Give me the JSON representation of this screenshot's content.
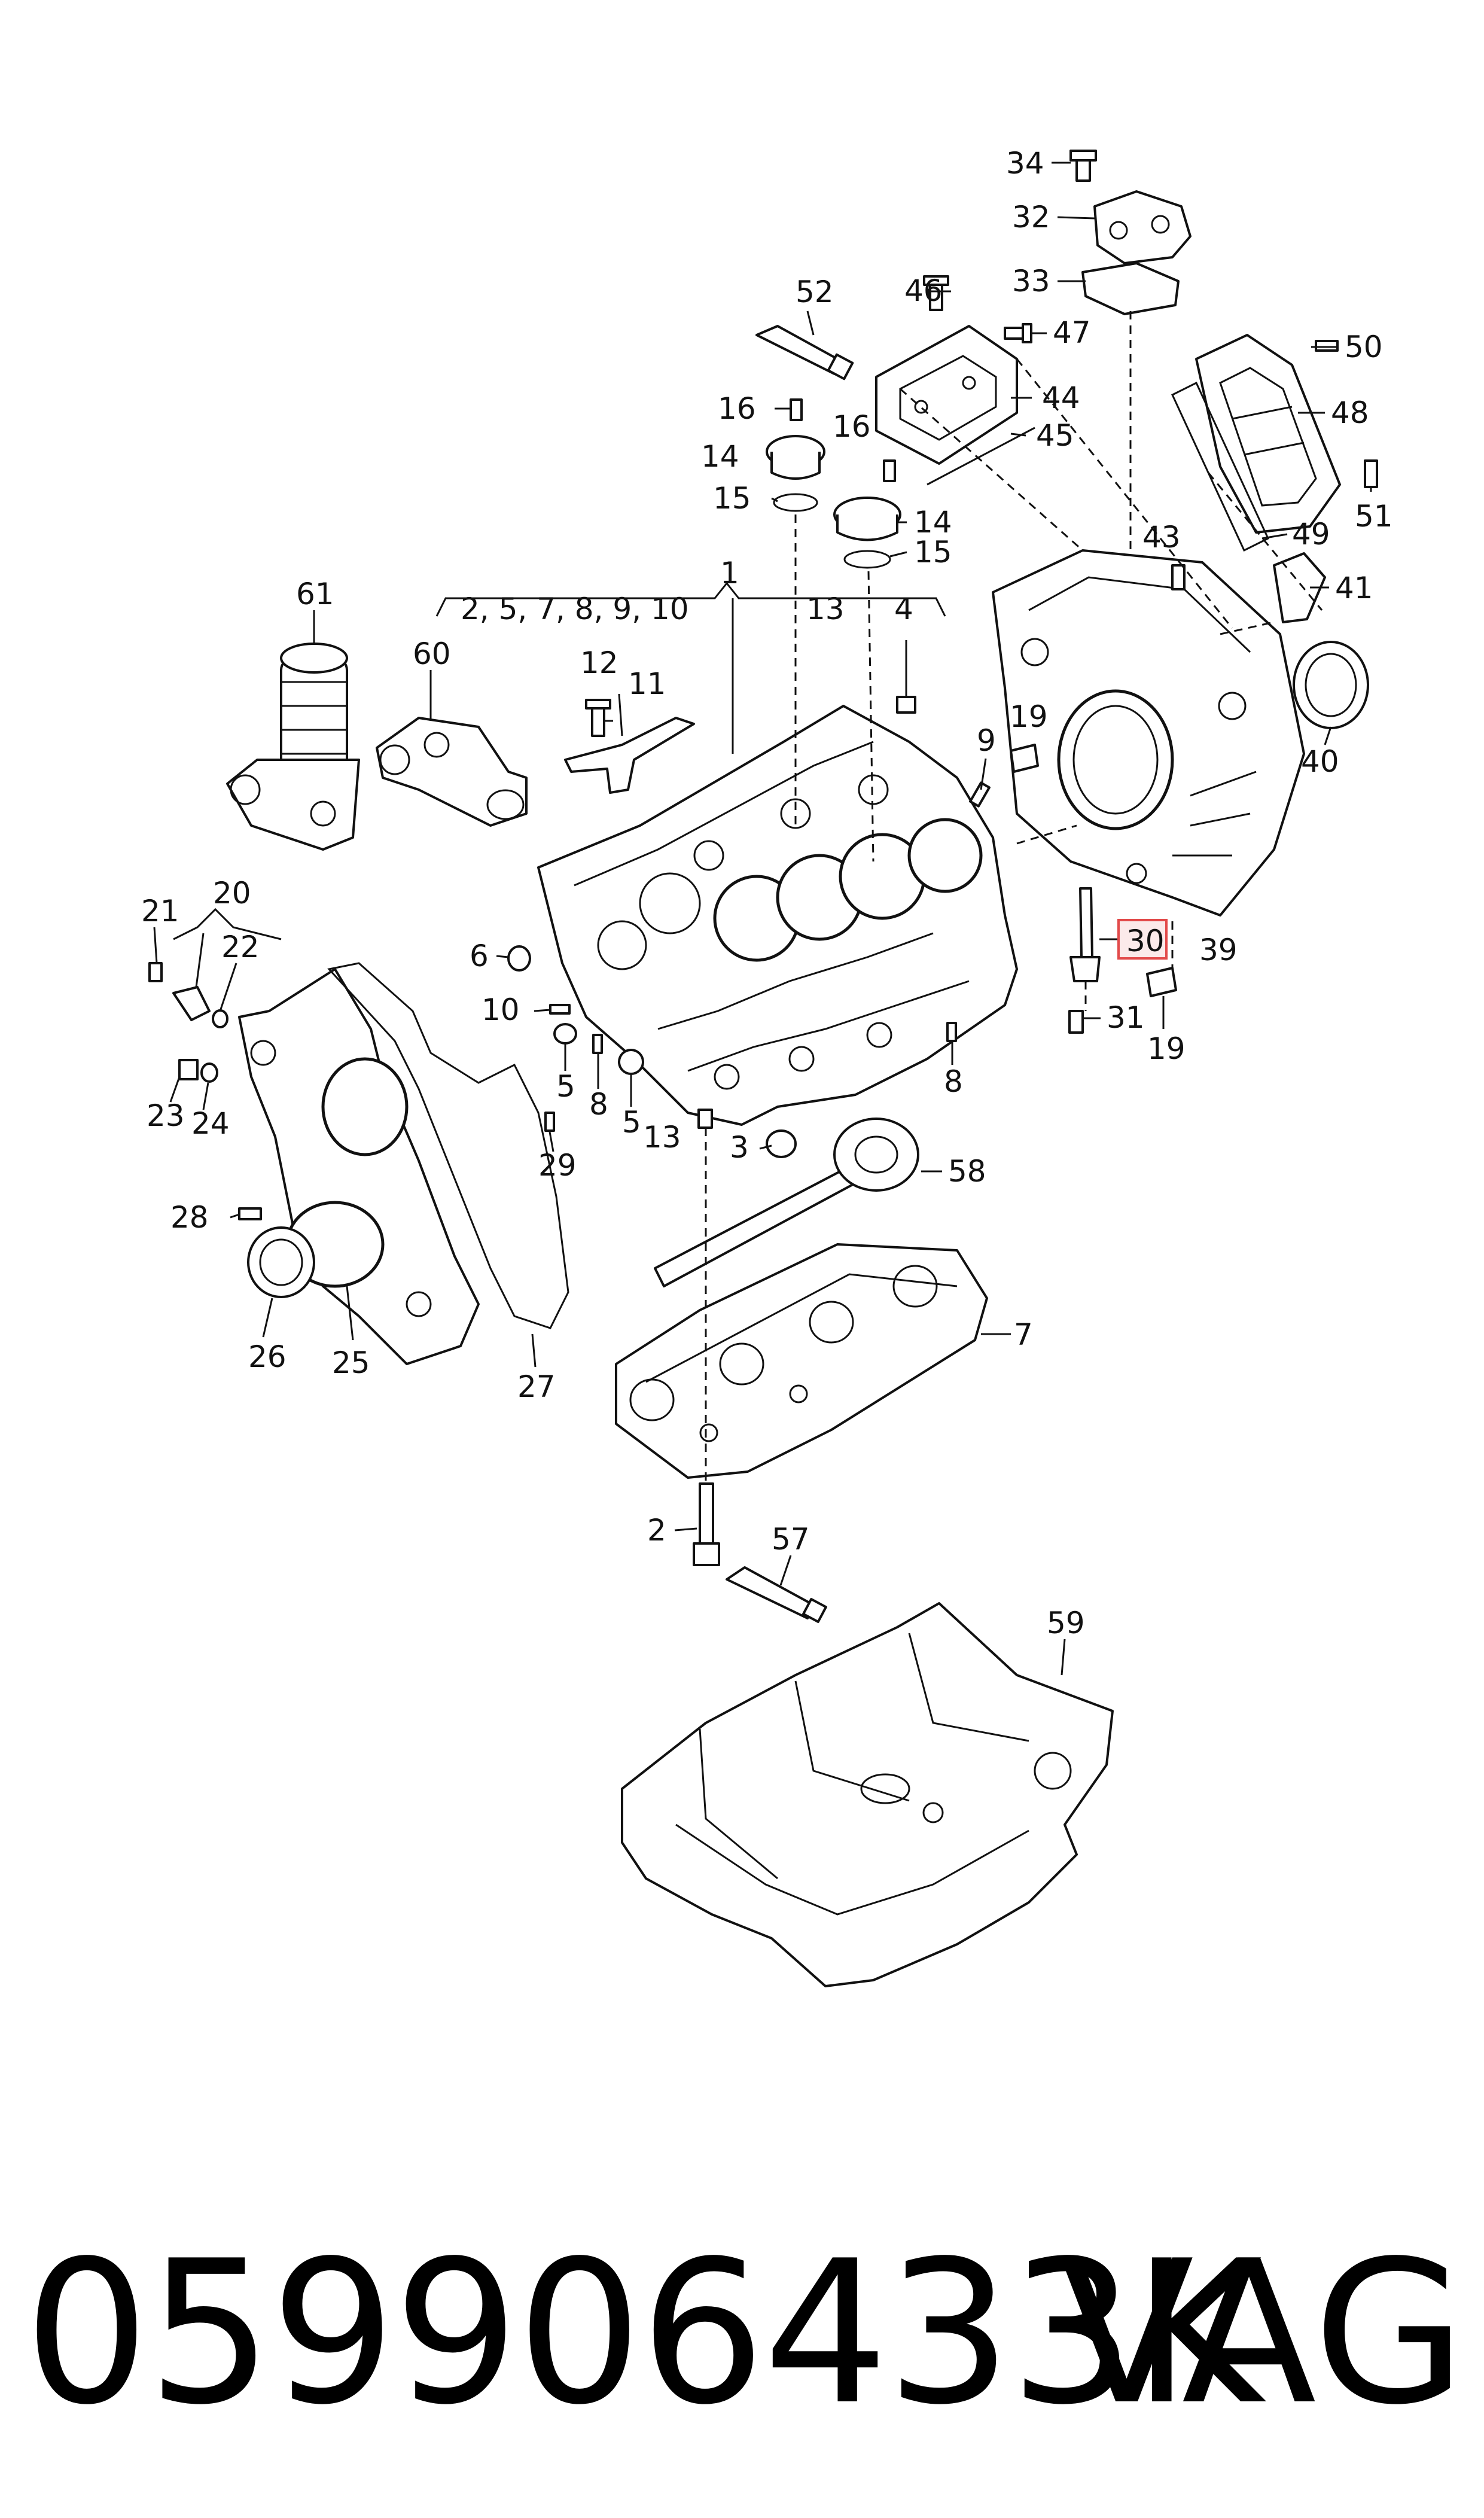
{
  "callouts": {
    "c1": "1",
    "c1_group": "2, 5, 7, 8, 9, 10",
    "c2": "2",
    "c3": "3",
    "c4": "4",
    "c5a": "5",
    "c5b": "5",
    "c6": "6",
    "c7": "7",
    "c8a": "8",
    "c8b": "8",
    "c9": "9",
    "c10": "10",
    "c11": "11",
    "c12": "12",
    "c13a": "13",
    "c13b": "13",
    "c14a": "14",
    "c14b": "14",
    "c15a": "15",
    "c15b": "15",
    "c16a": "16",
    "c16b": "16",
    "c19a": "19",
    "c19b": "19",
    "c20": "20",
    "c21": "21",
    "c22": "22",
    "c23": "23",
    "c24": "24",
    "c25": "25",
    "c26": "26",
    "c27": "27",
    "c28": "28",
    "c29": "29",
    "c30": "30",
    "c31": "31",
    "c32": "32",
    "c33": "33",
    "c34": "34",
    "c39": "39",
    "c40": "40",
    "c41": "41",
    "c43": "43",
    "c44": "44",
    "c45": "45",
    "c46": "46",
    "c47": "47",
    "c48": "48",
    "c49": "49",
    "c50": "50",
    "c51": "51",
    "c52": "52",
    "c57": "57",
    "c58": "58",
    "c59": "59",
    "c60": "60",
    "c61": "61"
  },
  "highlight_color": "#e24a4a",
  "footer": {
    "part_number": "059906433K",
    "brand": "VAG"
  }
}
